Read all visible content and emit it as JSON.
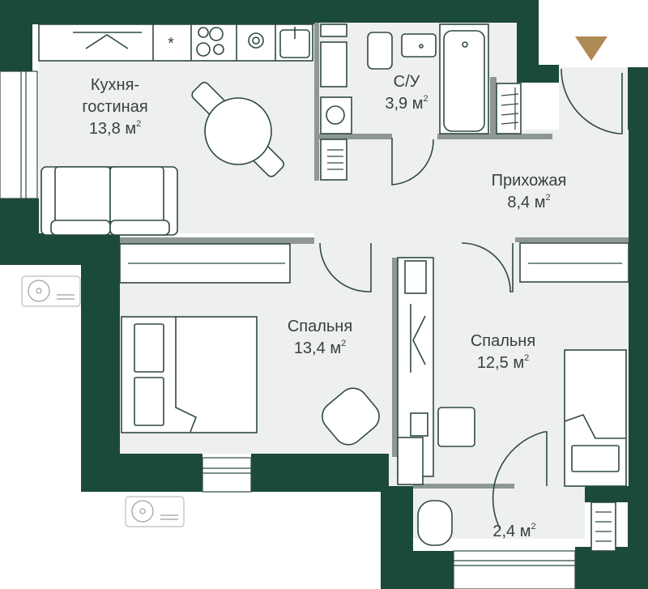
{
  "plan": {
    "type": "apartment-floor-plan",
    "wall_color": "#1b4a3a",
    "floor_color": "#eeeff1",
    "entrance_marker_color": "#b08a55",
    "rooms": [
      {
        "id": "kitchen-living",
        "name_line1": "Кухня-",
        "name_line2": "гостиная",
        "area": "13,8",
        "unit": "м"
      },
      {
        "id": "bathroom",
        "name": "С/У",
        "area": "3,9",
        "unit": "м"
      },
      {
        "id": "hallway",
        "name": "Прихожая",
        "area": "8,4",
        "unit": "м"
      },
      {
        "id": "bedroom-1",
        "name": "Спальня",
        "area": "13,4",
        "unit": "м"
      },
      {
        "id": "bedroom-2",
        "name": "Спальня",
        "area": "12,5",
        "unit": "м"
      },
      {
        "id": "balcony",
        "name": "",
        "area": "2,4",
        "unit": "м"
      }
    ],
    "superscript": "2"
  }
}
